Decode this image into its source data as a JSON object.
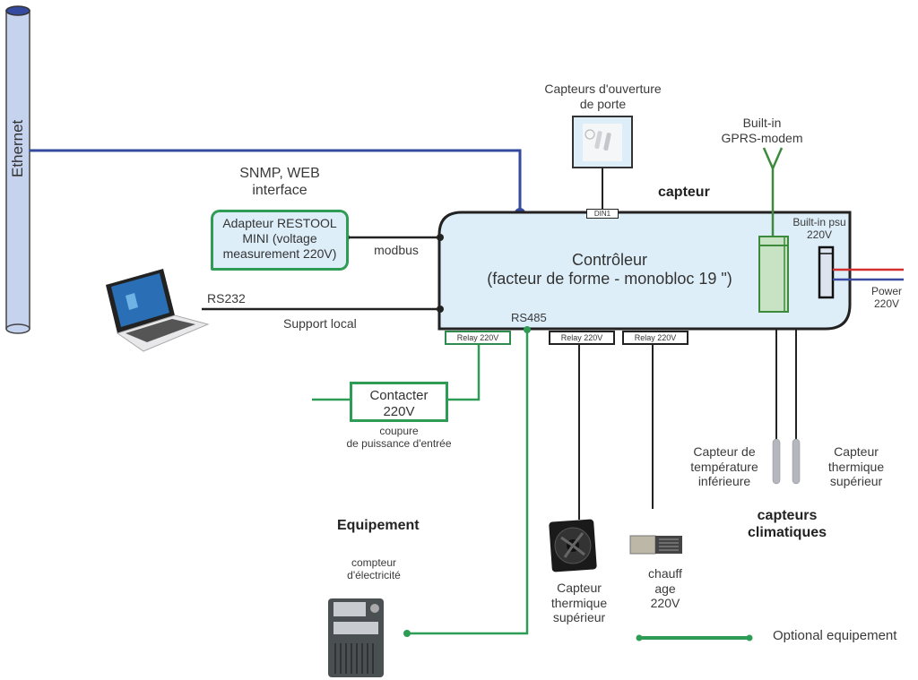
{
  "ethernet": {
    "label": "Ethernet"
  },
  "snmp": {
    "line1": "SNMP, WEB",
    "line2": "interface"
  },
  "adapter": {
    "line1": "Adapteur RESTOOL",
    "line2": "MINI (voltage",
    "line3": "measurement 220V)"
  },
  "links": {
    "modbus": "modbus",
    "rs232": "RS232",
    "support_local": "Support local",
    "rs485": "RS485"
  },
  "door_sensor": {
    "line1": "Capteurs d'ouverture",
    "line2": "de porte",
    "port": "DIN1"
  },
  "capteur_header": "capteur",
  "controller": {
    "line1": "Contrôleur",
    "line2": "(facteur de forme - monobloc 19 \")"
  },
  "gprs": {
    "line1": "Built-in",
    "line2": "GPRS-modem"
  },
  "psu": {
    "line1": "Built-in psu",
    "line2": "220V"
  },
  "power": {
    "line1": "Power",
    "line2": "220V"
  },
  "relays": [
    {
      "label": "Relay 220V"
    },
    {
      "label": "Relay 220V"
    },
    {
      "label": "Relay 220V"
    }
  ],
  "contactor": {
    "line1": "Contacter",
    "line2": "220V",
    "caption1": "coupure",
    "caption2": "de puissance d'entrée"
  },
  "temp_sensors": {
    "lower": {
      "line1": "Capteur de",
      "line2": "température",
      "line3": "inférieure"
    },
    "upper": {
      "line1": "Capteur",
      "line2": "thermique",
      "line3": "supérieur"
    },
    "group1": "capteurs",
    "group2": "climatiques"
  },
  "equipment": {
    "title": "Equipement",
    "meter1": "compteur",
    "meter2": "d'électricité"
  },
  "fan": {
    "line1": "Capteur",
    "line2": "thermique",
    "line3": "supérieur"
  },
  "heater": {
    "line1": "chauff",
    "line2": "age",
    "line3": "220V"
  },
  "legend": {
    "label": "Optional equipement"
  },
  "colors": {
    "ethernet_blue": "#334a9e",
    "green": "#2e9c55",
    "controller_fill": "#ddeef9",
    "power_red": "#d32f2f",
    "power_blue": "#3b4aa0"
  }
}
